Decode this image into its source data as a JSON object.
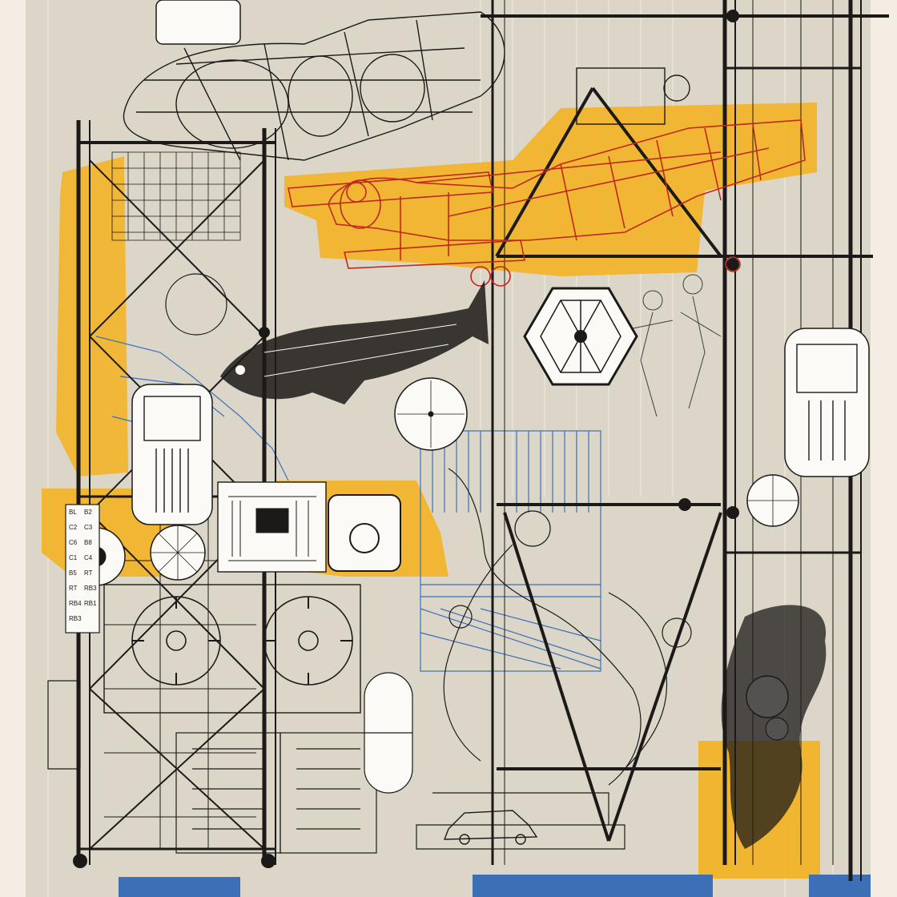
{
  "artwork": {
    "palette": {
      "paper": "#f3ede4",
      "board": "#dcd6c9",
      "ink": "#1c1a18",
      "orange": "#f2b323",
      "red": "#c0271d",
      "blue": "#3b6fb6",
      "white": "#fbfaf6"
    },
    "stencil_labels": [
      "BL",
      "B2",
      "C2",
      "C3",
      "C6",
      "B8",
      "C1",
      "C4",
      "B5",
      "RT",
      "RT",
      "RB3",
      "RB4",
      "RB1",
      "RB3"
    ],
    "motifs": [
      "airship-frame",
      "biplane",
      "fish",
      "hexagon-node",
      "tape-reels",
      "classical-sculpture",
      "cassette-panel",
      "wheel-diagram",
      "round-gauge",
      "dancing-figures",
      "car",
      "lattice-tower"
    ]
  }
}
